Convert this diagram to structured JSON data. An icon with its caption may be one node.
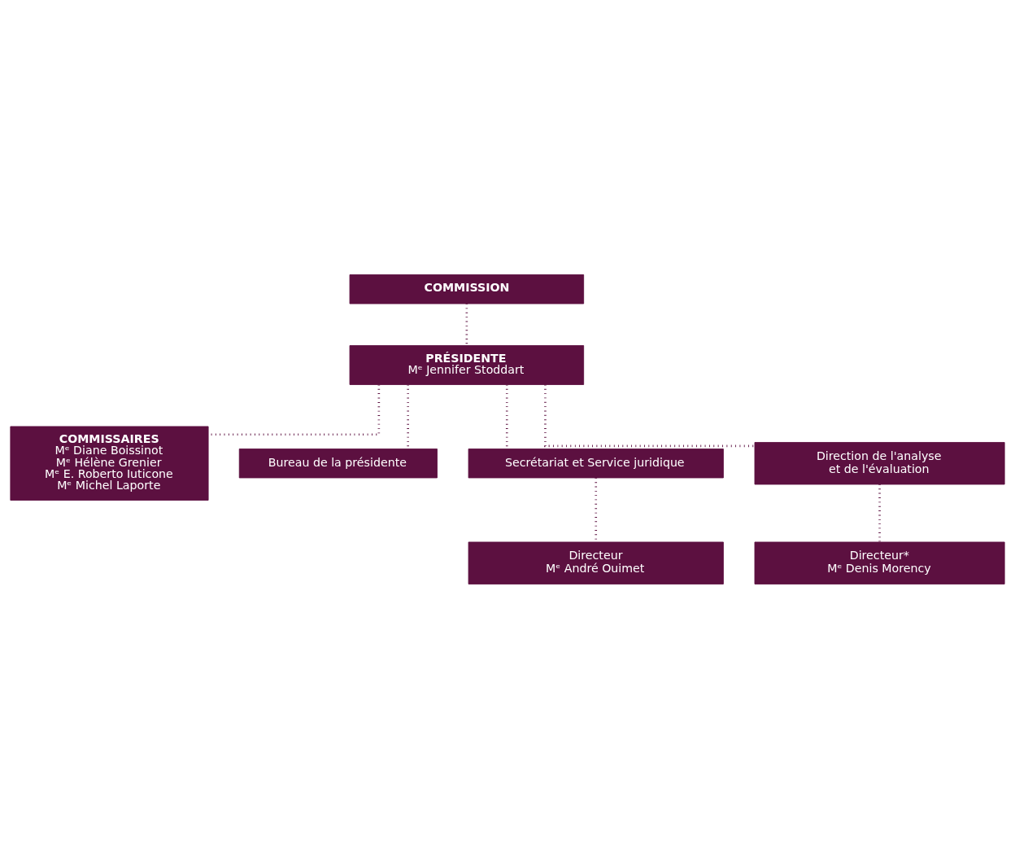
{
  "diagram": {
    "nodes": [
      {
        "text": [
          "COMMISSION"
        ]
      },
      {
        "text": [
          "PRÉSIDENTE",
          "Mᵉ Jennifer Stoddart"
        ]
      },
      {
        "text": [
          "COMMISSAIRES",
          "Mᵉ Diane Boissinot",
          "Mᵉ Hélène Grenier",
          "Mᵉ E. Roberto Iuticone",
          "Mᵉ Michel Laporte"
        ]
      },
      {
        "text": [
          "Bureau de la présidente"
        ]
      },
      {
        "text": [
          "Secrétariat et Service juridique"
        ]
      },
      {
        "text": [
          "Direction de l'analyse et de l'évaluation"
        ]
      },
      {
        "text": [
          "Directeur",
          "Mᵉ André Ouimet"
        ]
      },
      {
        "text": [
          "Directeur*",
          "Mᵉ Denis Morency"
        ]
      }
    ],
    "edges": [
      {
        "from": 0,
        "to": 1,
        "arrow": "none"
      },
      {
        "from": 1,
        "to": 2,
        "arrow": "none"
      },
      {
        "from": 1,
        "to": 3,
        "arrow": "none"
      },
      {
        "from": 1,
        "to": 4,
        "arrow": "none"
      },
      {
        "from": 1,
        "to": 5,
        "arrow": "none"
      },
      {
        "from": 4,
        "to": 6,
        "arrow": "none"
      },
      {
        "from": 5,
        "to": 7,
        "arrow": "none"
      }
    ]
  }
}
